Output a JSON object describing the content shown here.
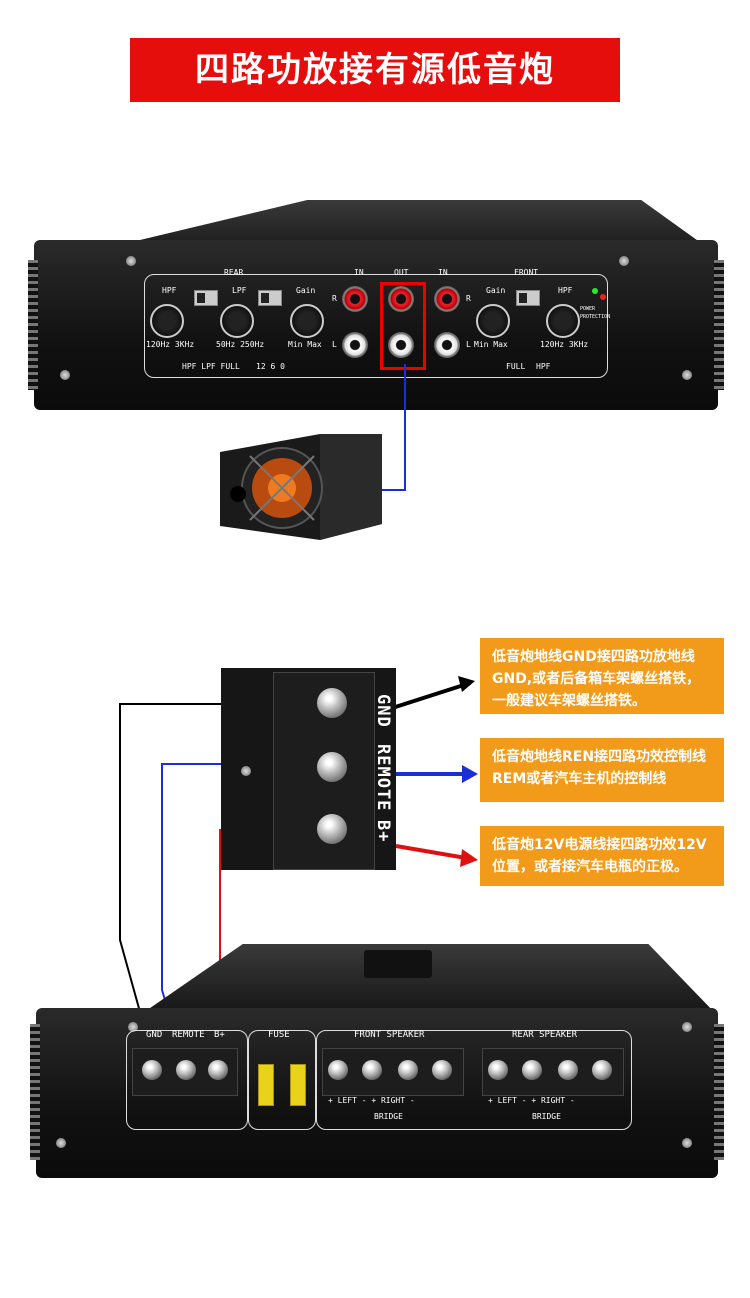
{
  "title": "四路功放接有源低音炮",
  "amp_top": {
    "rear_label": "REAR",
    "front_label": "FRONT",
    "in_label_left": "IN",
    "out_label": "OUT",
    "in_label_right": "IN",
    "hpf_label": "HPF",
    "lpf_label": "LPF",
    "gain_label": "Gain",
    "hpf_range": "120Hz  3KHz",
    "lpf_range": "50Hz 250Hz",
    "gain_range": "Min  Max",
    "mode_labels": "HPF LPF FULL",
    "slope_labels": "12  6  0",
    "front_gain_label": "Gain",
    "front_hpf_label": "HPF",
    "front_gain_range": "Min  Max",
    "front_hpf_range": "120Hz  3KHz",
    "front_mode_full": "FULL",
    "front_mode_hpf": "HPF",
    "r_label": "R",
    "l_label": "L",
    "power_label": "POWER",
    "protection_label": "PROTECTION"
  },
  "terminal_closeup": {
    "gnd": "GND",
    "remote": "REMOTE",
    "bplus": "B+"
  },
  "callouts": {
    "gnd_text": "低音炮地线GND接四路功放地线GND,或者后备箱车架螺丝搭铁，一般建议车架螺丝搭铁。",
    "rem_text": "低音炮地线REN接四路功效控制线REM或者汽车主机的控制线",
    "bplus_text": "低音炮12V电源线接四路功效12V位置，或者接汽车电瓶的正极。"
  },
  "amp_bottom": {
    "gnd": "GND",
    "remote": "REMOTE",
    "bplus": "B+",
    "fuse": "FUSE",
    "front_speaker": "FRONT SPEAKER",
    "rear_speaker": "REAR SPEAKER",
    "front_polarity": "+ LEFT -    + RIGHT -",
    "rear_polarity": "+ LEFT -    + RIGHT -",
    "bridge_front": "BRIDGE",
    "bridge_rear": "BRIDGE"
  },
  "colors": {
    "banner_red": "#e60d0d",
    "callout_orange": "#f29a1a",
    "wire_black": "#000000",
    "wire_blue": "#1a2fd6",
    "wire_red": "#e01010"
  }
}
